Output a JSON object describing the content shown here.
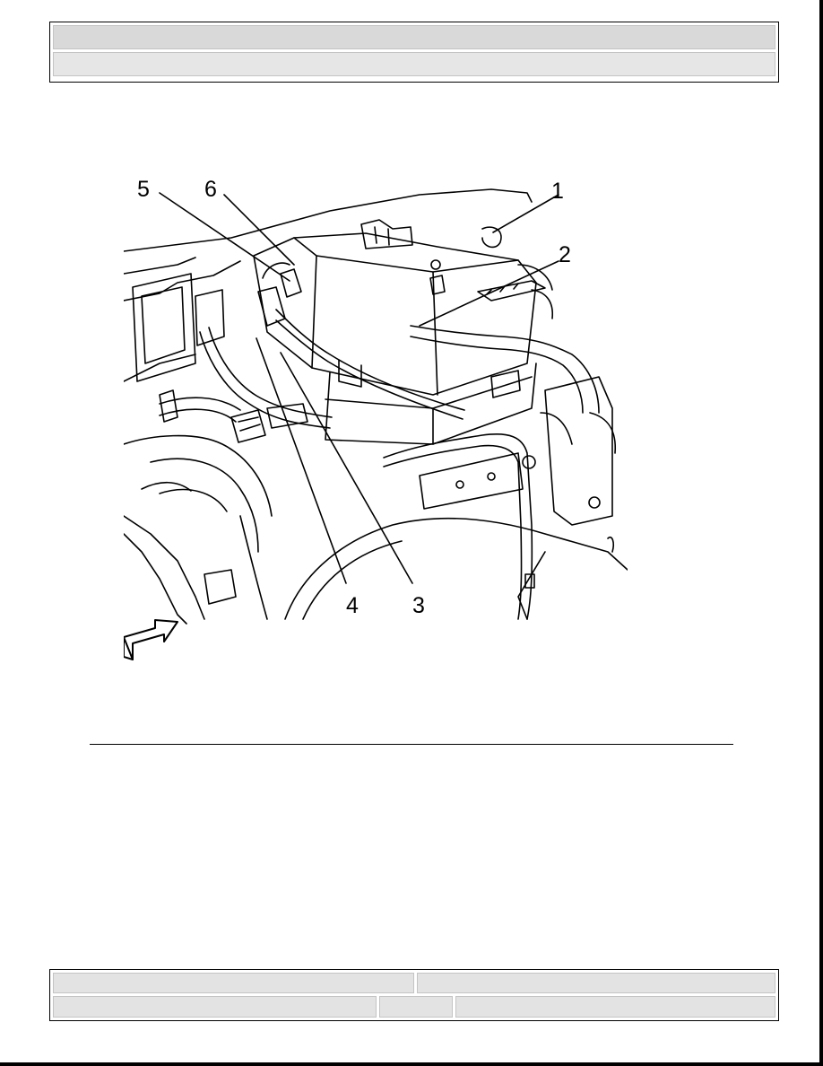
{
  "header": {
    "row1": "",
    "row2": ""
  },
  "figure": {
    "callouts": [
      {
        "id": "1",
        "text": "1"
      },
      {
        "id": "2",
        "text": "2"
      },
      {
        "id": "3",
        "text": "3"
      },
      {
        "id": "4",
        "text": "4"
      },
      {
        "id": "5",
        "text": "5"
      },
      {
        "id": "6",
        "text": "6"
      }
    ],
    "arrow_icon": "forward-view-arrow-icon"
  },
  "footer": {
    "cell1": "",
    "cell2": "",
    "cell3": "",
    "cell4": "",
    "cell5": ""
  }
}
